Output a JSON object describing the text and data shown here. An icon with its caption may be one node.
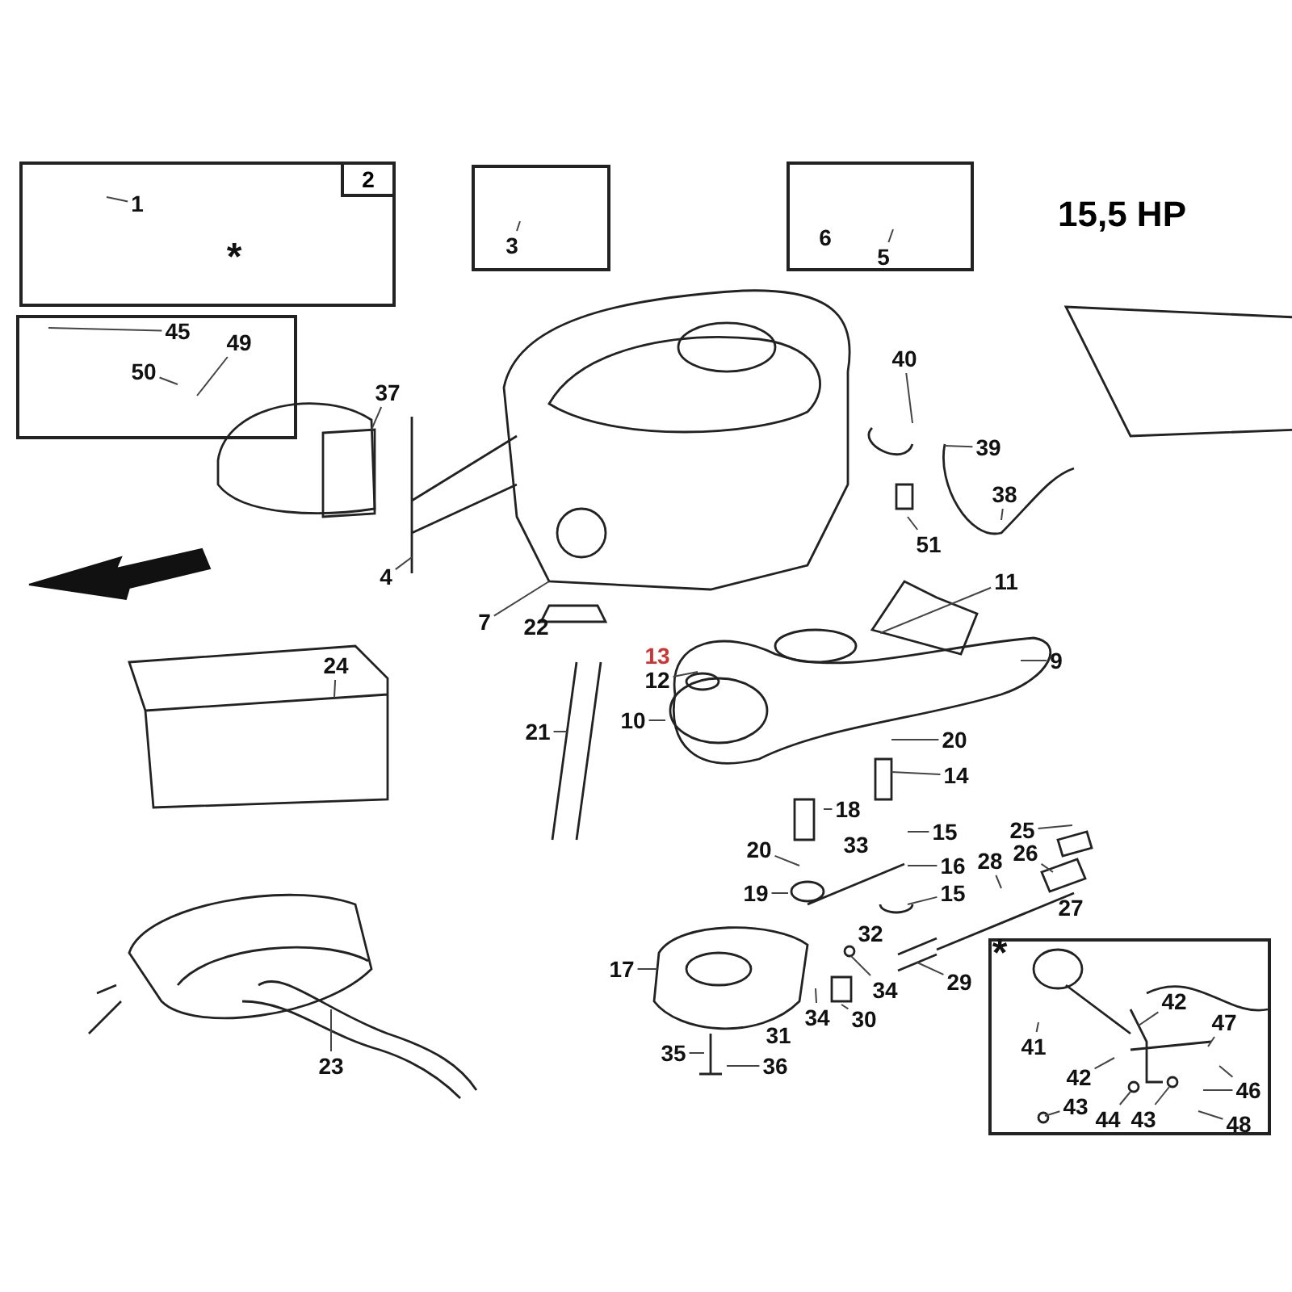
{
  "diagram": {
    "title": "15,5 HP",
    "nodes": [
      {
        "text": [
          "2"
        ]
      },
      {
        "text": [
          "1"
        ],
        "in": 0
      },
      {
        "text": [],
        "shape": "box"
      },
      {
        "text": [
          "3"
        ],
        "in": 2
      },
      {
        "text": [],
        "shape": "box"
      },
      {
        "text": [
          "5"
        ],
        "in": 4
      },
      {
        "text": [],
        "shape": "box"
      },
      {
        "text": [
          "45"
        ],
        "in": 6
      },
      {
        "text": [
          "49"
        ],
        "in": 6
      },
      {
        "text": [
          "50"
        ],
        "in": 6
      },
      {
        "text": [
          "37"
        ]
      },
      {
        "text": [
          "40"
        ]
      },
      {
        "text": [
          "39"
        ]
      },
      {
        "text": [
          "38"
        ]
      },
      {
        "text": [
          "51"
        ]
      },
      {
        "text": [
          "4"
        ]
      },
      {
        "text": [
          "7"
        ]
      },
      {
        "text": [
          "11"
        ]
      },
      {
        "text": [
          "24"
        ]
      },
      {
        "text": [
          "12"
        ]
      },
      {
        "text": [
          "9"
        ]
      },
      {
        "text": [
          "21"
        ]
      },
      {
        "text": [
          "10"
        ]
      },
      {
        "text": [
          "20"
        ]
      },
      {
        "text": [
          "14"
        ]
      },
      {
        "text": [
          "18"
        ]
      },
      {
        "text": [
          "15"
        ]
      },
      {
        "text": [
          "25"
        ]
      },
      {
        "text": [
          "20"
        ]
      },
      {
        "text": [
          "16"
        ]
      },
      {
        "text": [
          "28"
        ]
      },
      {
        "text": [
          "26"
        ]
      },
      {
        "text": [
          "19"
        ]
      },
      {
        "text": [
          "15"
        ]
      },
      {
        "text": [
          "29"
        ]
      },
      {
        "text": [
          "17"
        ]
      },
      {
        "text": [
          "34"
        ]
      },
      {
        "text": [
          "34"
        ]
      },
      {
        "text": [
          "30"
        ]
      },
      {
        "text": [
          "35"
        ]
      },
      {
        "text": [
          "36"
        ]
      },
      {
        "text": [
          "23"
        ]
      },
      {
        "text": [],
        "shape": "box"
      },
      {
        "text": [
          "42"
        ],
        "in": 42
      },
      {
        "text": [
          "47"
        ],
        "in": 42
      },
      {
        "text": [
          "41"
        ],
        "in": 42
      },
      {
        "text": [
          "42"
        ],
        "in": 42
      },
      {
        "text": [
          "46"
        ],
        "in": 42
      },
      {
        "text": [
          "43"
        ],
        "in": 42
      },
      {
        "text": [
          "44"
        ],
        "in": 42
      },
      {
        "text": [
          "43"
        ],
        "in": 42
      },
      {
        "text": [
          "48"
        ],
        "in": 42
      }
    ],
    "edges": [
      {
        "from": 1,
        "to": null,
        "arrow": "none"
      },
      {
        "from": 3,
        "to": null,
        "arrow": "none"
      },
      {
        "from": 5,
        "to": null,
        "arrow": "none"
      },
      {
        "from": 7,
        "to": null,
        "arrow": "none"
      },
      {
        "from": 8,
        "to": null,
        "arrow": "none"
      },
      {
        "from": 9,
        "to": null,
        "arrow": "none"
      },
      {
        "from": 10,
        "to": null,
        "arrow": "none"
      },
      {
        "from": 11,
        "to": null,
        "arrow": "none"
      },
      {
        "from": 12,
        "to": null,
        "arrow": "none"
      },
      {
        "from": 13,
        "to": null,
        "arrow": "none"
      },
      {
        "from": 14,
        "to": null,
        "arrow": "none"
      },
      {
        "from": 15,
        "to": null,
        "arrow": "none"
      },
      {
        "from": 16,
        "to": null,
        "arrow": "none"
      },
      {
        "from": 17,
        "to": null,
        "arrow": "none"
      },
      {
        "from": 18,
        "to": null,
        "arrow": "none"
      },
      {
        "from": 19,
        "to": null,
        "arrow": "none"
      },
      {
        "from": 20,
        "to": null,
        "arrow": "none"
      },
      {
        "from": 21,
        "to": null,
        "arrow": "none"
      },
      {
        "from": 22,
        "to": null,
        "arrow": "none"
      },
      {
        "from": 23,
        "to": null,
        "arrow": "none"
      },
      {
        "from": 24,
        "to": null,
        "arrow": "none"
      },
      {
        "from": 25,
        "to": null,
        "arrow": "none"
      },
      {
        "from": 26,
        "to": null,
        "arrow": "none"
      },
      {
        "from": 27,
        "to": null,
        "arrow": "none"
      },
      {
        "from": 28,
        "to": null,
        "arrow": "none"
      },
      {
        "from": 29,
        "to": null,
        "arrow": "none"
      },
      {
        "from": 30,
        "to": null,
        "arrow": "none"
      },
      {
        "from": 31,
        "to": null,
        "arrow": "none"
      },
      {
        "from": 32,
        "to": null,
        "arrow": "none"
      },
      {
        "from": 33,
        "to": null,
        "arrow": "none"
      },
      {
        "from": 34,
        "to": null,
        "arrow": "none"
      },
      {
        "from": 35,
        "to": null,
        "arrow": "none"
      },
      {
        "from": 36,
        "to": null,
        "arrow": "none"
      },
      {
        "from": 37,
        "to": null,
        "arrow": "none"
      },
      {
        "from": 38,
        "to": null,
        "arrow": "none"
      },
      {
        "from": 39,
        "to": null,
        "arrow": "none"
      },
      {
        "from": 40,
        "to": null,
        "arrow": "none"
      },
      {
        "from": 41,
        "to": null,
        "arrow": "none"
      },
      {
        "from": 43,
        "to": null,
        "arrow": "none"
      },
      {
        "from": 44,
        "to": null,
        "arrow": "none"
      },
      {
        "from": 45,
        "to": null,
        "arrow": "none"
      },
      {
        "from": 46,
        "to": null,
        "arrow": "none"
      },
      {
        "from": 47,
        "to": null,
        "arrow": "none"
      },
      {
        "from": 47,
        "to": null,
        "arrow": "none"
      },
      {
        "from": 48,
        "to": null,
        "arrow": "none"
      },
      {
        "from": 49,
        "to": null,
        "arrow": "none"
      },
      {
        "from": 50,
        "to": null,
        "arrow": "none"
      },
      {
        "from": 51,
        "to": null,
        "arrow": "none"
      }
    ],
    "labels": [
      "*",
      "6",
      "22",
      "13",
      "33",
      "27",
      "32",
      "31",
      "*"
    ]
  }
}
